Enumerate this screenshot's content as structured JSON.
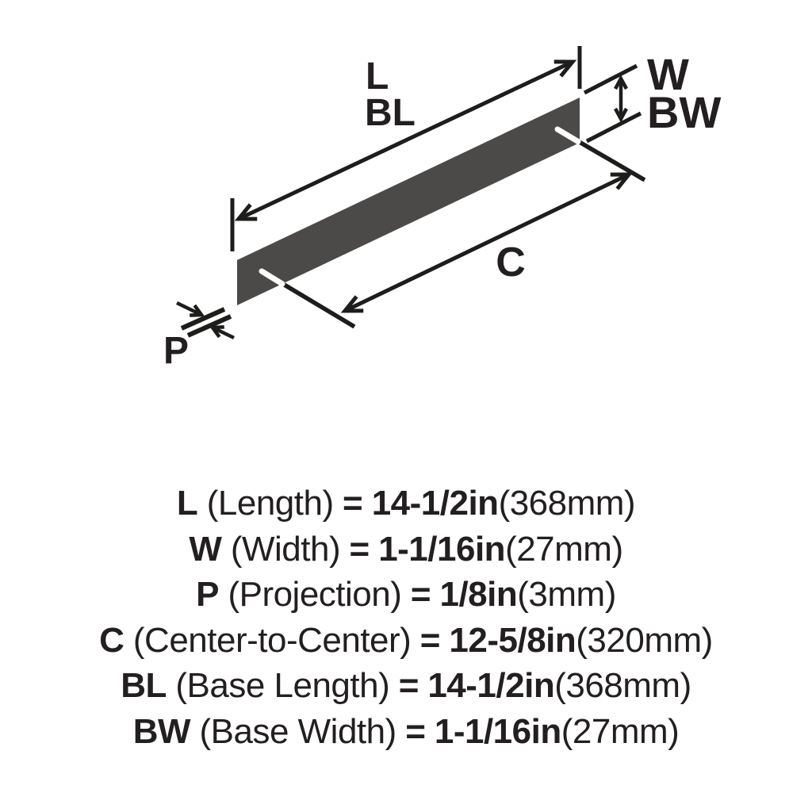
{
  "diagram": {
    "labels": {
      "length": "L",
      "base_length": "BL",
      "width": "W",
      "base_width": "BW",
      "center_to_center": "C",
      "projection": "P"
    },
    "colors": {
      "bar": "#4c4a48",
      "line": "#1d1d1b",
      "text": "#231f20",
      "background": "#ffffff"
    }
  },
  "specs": [
    {
      "code": "L",
      "label": "(Length)",
      "equals": "=",
      "imperial": "14-1/2in",
      "metric": "(368mm)"
    },
    {
      "code": "W",
      "label": "(Width)",
      "equals": "=",
      "imperial": "1-1/16in",
      "metric": "(27mm)"
    },
    {
      "code": "P",
      "label": "(Projection)",
      "equals": "=",
      "imperial": "1/8in",
      "metric": "(3mm)"
    },
    {
      "code": "C",
      "label": "(Center-to-Center)",
      "equals": "=",
      "imperial": "12-5/8in",
      "metric": "(320mm)"
    },
    {
      "code": "BL",
      "label": "(Base Length)",
      "equals": "=",
      "imperial": "14-1/2in",
      "metric": "(368mm)"
    },
    {
      "code": "BW",
      "label": "(Base Width)",
      "equals": "=",
      "imperial": "1-1/16in",
      "metric": "(27mm)"
    }
  ]
}
